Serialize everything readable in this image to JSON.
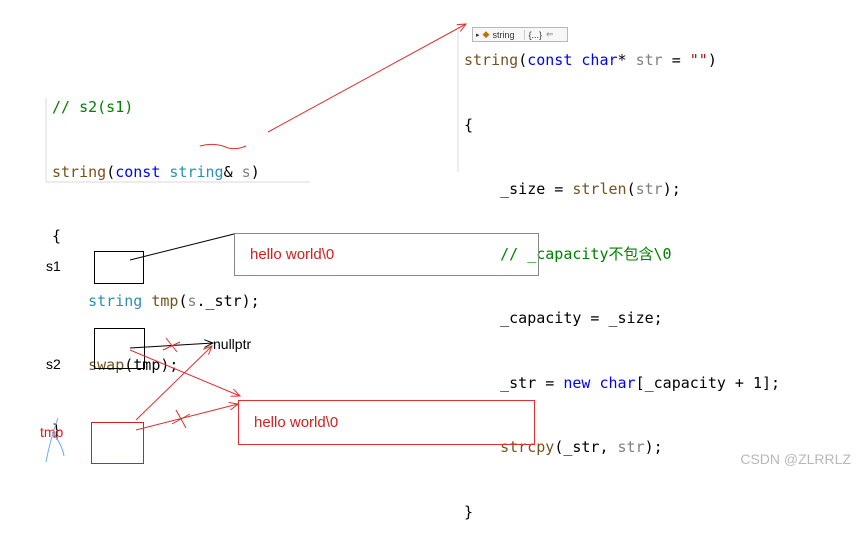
{
  "left_code": {
    "comment": "// s2(s1)",
    "sig_fn": "string",
    "sig_open": "(",
    "sig_kw": "const",
    "sig_type": "string",
    "sig_amp": "& ",
    "sig_param": "s",
    "sig_close": ")",
    "open_brace": "{",
    "l1_type": "string",
    "l1_var": "tmp",
    "l1_open": "(",
    "l1_param": "s",
    "l1_rest": "._str);",
    "l2_fn": "swap",
    "l2_open": "(",
    "l2_arg": "tmp",
    "l2_rest": ");",
    "close_brace": "}"
  },
  "right_code": {
    "sig_fn": "string",
    "sig_open": "(",
    "sig_kw1": "const",
    "sig_kw2": "char",
    "sig_star": "* ",
    "sig_param": "str",
    "sig_eq": " = ",
    "sig_default": "\"\"",
    "sig_close": ")",
    "open_brace": "{",
    "l1_a": "_size = ",
    "l1_fn": "strlen",
    "l1_open": "(",
    "l1_param": "str",
    "l1_close": ");",
    "l2_comment": "// _capacity不包含\\0",
    "l3": "_capacity = _size;",
    "l4_a": "_str = ",
    "l4_kw": "new",
    "l4_sp": " ",
    "l4_ty": "char",
    "l4_rest": "[_capacity + 1];",
    "l5_fn": "strcpy",
    "l5_a": "(_str, ",
    "l5_param": "str",
    "l5_close": ");",
    "close_brace": "}"
  },
  "tooltip": {
    "label": "string",
    "extra": "{...}"
  },
  "labels": {
    "s1": "s1",
    "s2": "s2",
    "tmp": "tmp",
    "nullptr": "nullptr"
  },
  "strings": {
    "s1_buffer": "hello world\\0",
    "tmp_buffer": "hello world\\0"
  },
  "watermark": "CSDN @ZLRRLZ",
  "colors": {
    "annotation_red": "#e03030",
    "comment_green": "#008000",
    "keyword_blue": "#0000ff",
    "type_teal": "#2b91af"
  }
}
